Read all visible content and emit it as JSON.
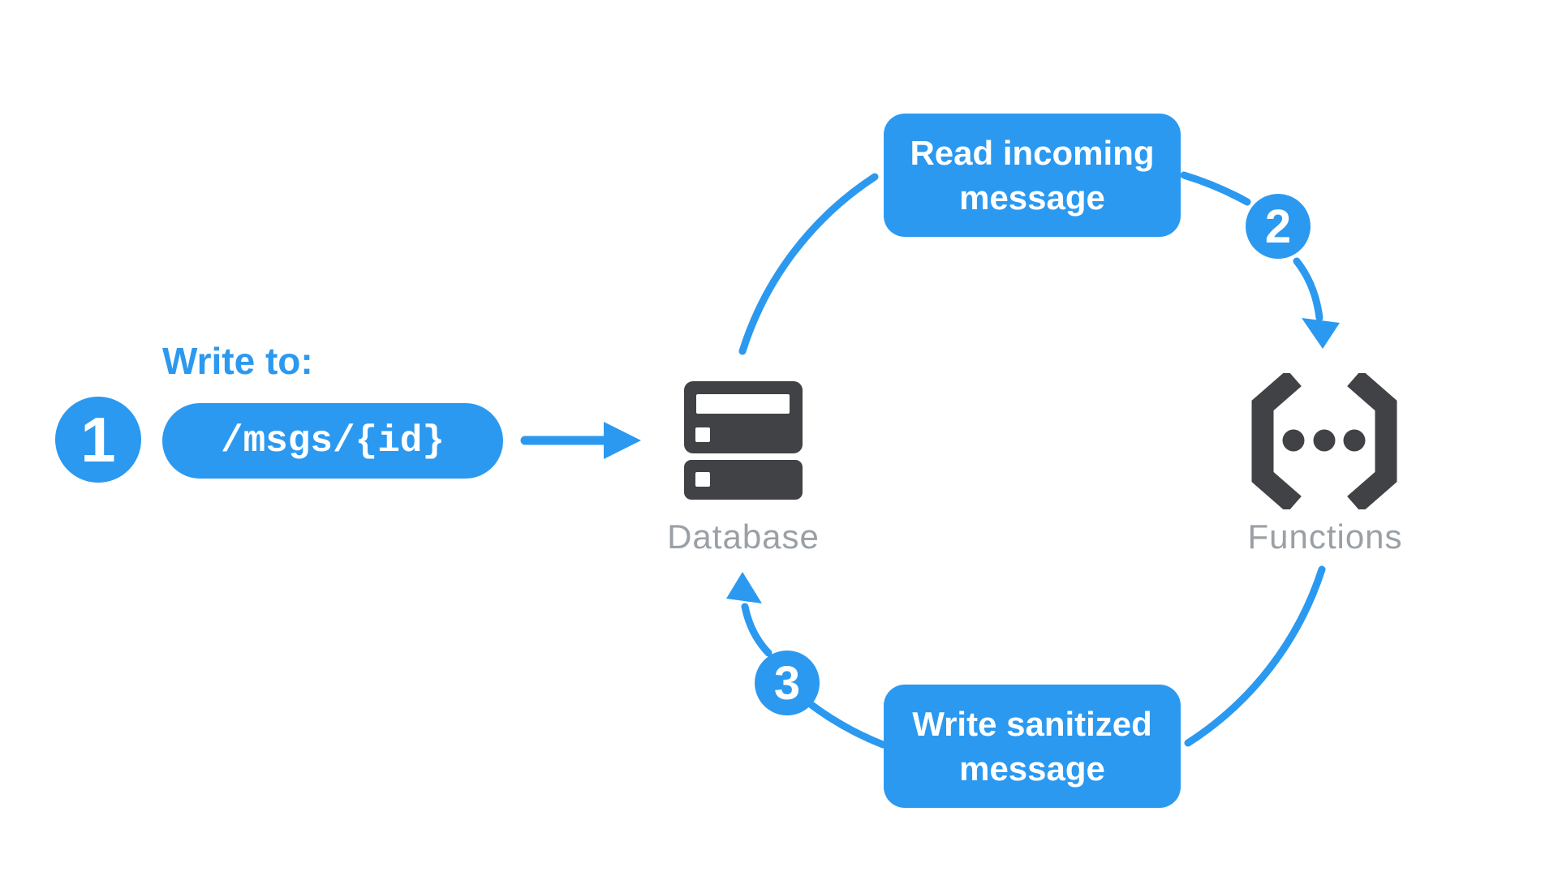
{
  "colors": {
    "accent_blue": "#2B99F0",
    "icon_dark": "#404245",
    "label_gray": "#9AA0A6",
    "background": "#FFFFFF",
    "badge_text": "#FFFFFF",
    "box_text": "#FFFFFF"
  },
  "flow": {
    "write_to_label": "Write to:",
    "badge_1": "1",
    "path_pill": "/msgs/{id}",
    "database_label": "Database",
    "functions_label": "Functions",
    "badge_2": "2",
    "read_box_label": "Read incoming message",
    "badge_3": "3",
    "write_box_label": "Write sanitized message"
  }
}
